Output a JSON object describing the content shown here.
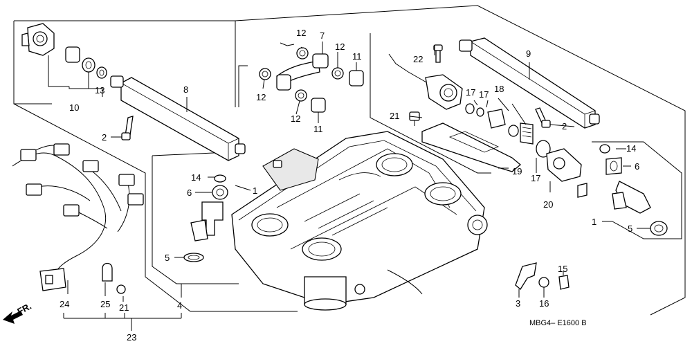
{
  "diagram": {
    "code": "MBG4– E1600  B",
    "direction_label": "FR.",
    "callouts": {
      "c10": "10",
      "c13": "13",
      "c8": "8",
      "c2a": "2",
      "c12a": "12",
      "c7a": "7",
      "c12b": "12",
      "c11a": "11",
      "c12c": "12",
      "c12d": "12",
      "c11b": "11",
      "c22": "22",
      "c9": "9",
      "c17a": "17",
      "c17b": "17",
      "c18": "18",
      "c21a": "21",
      "c2b": "2",
      "c19": "19",
      "c17c": "17",
      "c20": "20",
      "c14a": "14",
      "c6a": "6",
      "c1a": "1",
      "c5a": "5",
      "c14b": "14",
      "c6b": "6",
      "c1b": "1",
      "c5b": "5",
      "c3": "3",
      "c16": "16",
      "c15": "15",
      "c24": "24",
      "c25": "25",
      "c21b": "21",
      "c4": "4",
      "c23": "23"
    }
  }
}
